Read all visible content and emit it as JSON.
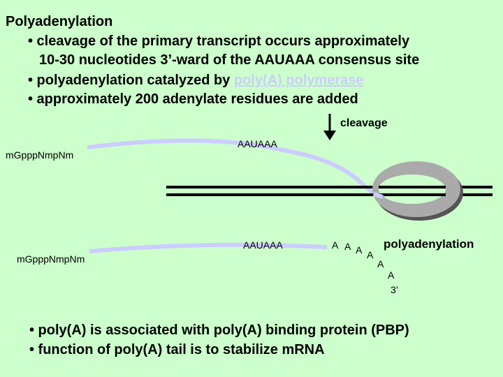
{
  "slide": {
    "title": "Polyadenylation",
    "bullets_top": [
      {
        "prefix": "• cleavage of the primary transcript occurs approximately",
        "link": ""
      },
      {
        "prefix": "10-30 nucleotides 3’-ward of the AAUAAA consensus site",
        "link": ""
      },
      {
        "prefix": "• polyadenylation catalyzed by ",
        "link": "poly(A) polymerase"
      },
      {
        "prefix": "• approximately 200 adenylate residues are added",
        "link": ""
      }
    ],
    "bullets_bottom": [
      "• poly(A) is associated with poly(A) binding protein (PBP)",
      "• function of poly(A) tail is to stabilize mRNA"
    ]
  },
  "diagram": {
    "cleavage_label": "cleavage",
    "cap_top": "mGpppNmpNm",
    "signal_top": "AAUAAA",
    "cap_bottom": "mGpppNmpNm",
    "signal_bottom": "AAUAAA",
    "polyA_letters": [
      "A",
      "A",
      "A",
      "A",
      "A",
      "A"
    ],
    "three_prime": "3’",
    "polyadenylation_label": "polyadenylation"
  },
  "colors": {
    "background": "#ccffcc",
    "rna": "#ccccff",
    "enzyme": "#aaaaaa",
    "enzyme_shadow": "#555555",
    "link": "#ccccff"
  }
}
